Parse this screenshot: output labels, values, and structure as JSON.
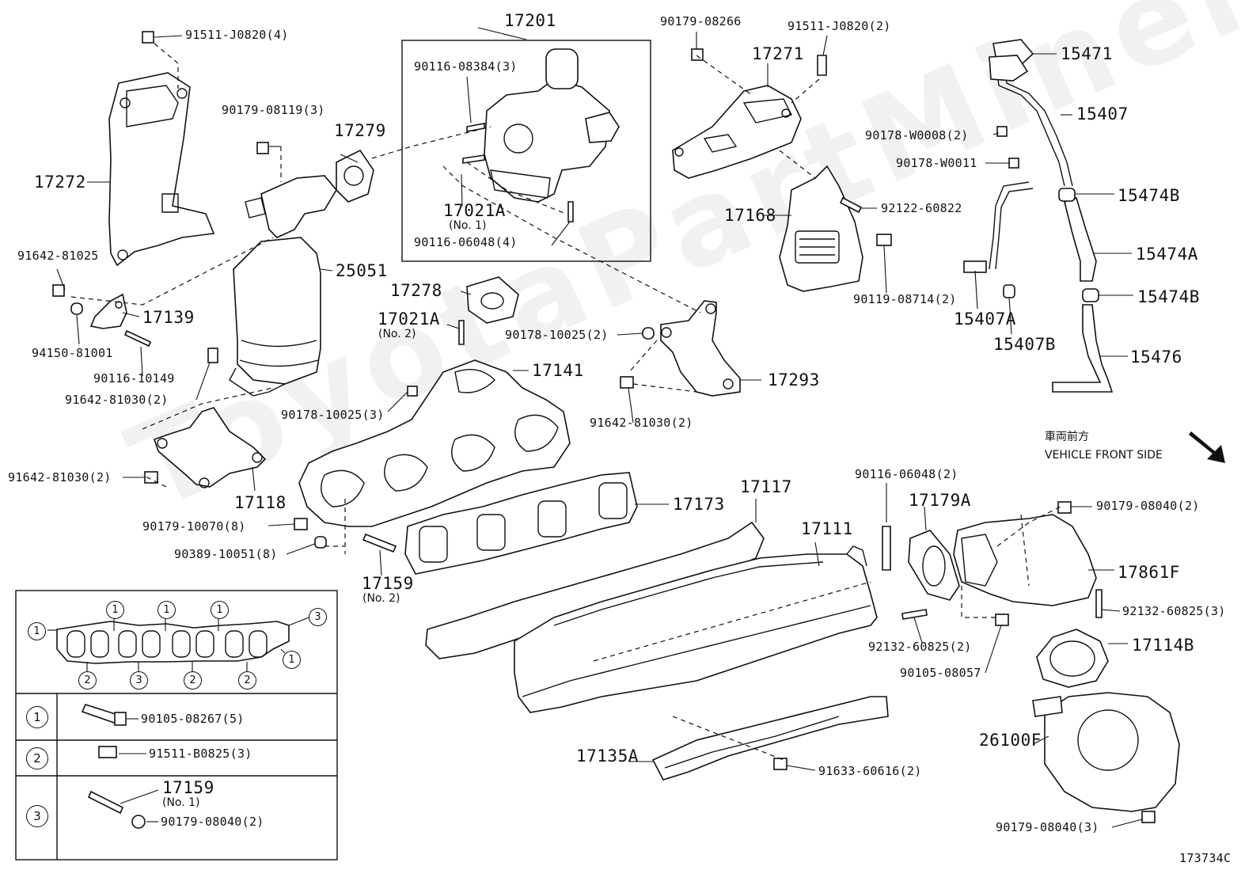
{
  "watermark": "ToyotaPartMiner.ru",
  "diagram_id": "173734C",
  "front_label": {
    "jp": "車両前方",
    "en": "VEHICLE FRONT SIDE"
  },
  "parts": {
    "p17201": "17201",
    "p90116_08384": "90116-08384(3)",
    "p17021A_1": "17021A",
    "p17021A_1_note": "(No. 1)",
    "p90116_06048_4": "90116-06048(4)",
    "p91511_J0820_4": "91511-J0820(4)",
    "p90179_08119": "90179-08119(3)",
    "p17279": "17279",
    "p17272": "17272",
    "p25051": "25051",
    "p91642_81025": "91642-81025",
    "p17139": "17139",
    "p94150_81001": "94150-81001",
    "p90116_10149": "90116-10149",
    "p91642_81030_2a": "91642-81030(2)",
    "p17278": "17278",
    "p17021A_2": "17021A",
    "p17021A_2_note": "(No. 2)",
    "p90178_10025_2": "90178-10025(2)",
    "p17141": "17141",
    "p90178_10025_3": "90178-10025(3)",
    "p91642_81030_2b": "91642-81030(2)",
    "p17118": "17118",
    "p90179_10070": "90179-10070(8)",
    "p90389_10051": "90389-10051(8)",
    "p17159_2": "17159",
    "p17159_2_note": "(No. 2)",
    "p17173": "17173",
    "p17117": "17117",
    "p17111": "17111",
    "p90179_08266": "90179-08266",
    "p91511_J0820_2": "91511-J0820(2)",
    "p17271": "17271",
    "p17168": "17168",
    "p92122_60822": "92122-60822",
    "p90119_08714": "90119-08714(2)",
    "p17293": "17293",
    "p91642_81030_2c": "91642-81030(2)",
    "p15471": "15471",
    "p15407": "15407",
    "p90178_W0008": "90178-W0008(2)",
    "p90178_W0011": "90178-W0011",
    "p15474B_1": "15474B",
    "p15474A": "15474A",
    "p15474B_2": "15474B",
    "p15407A": "15407A",
    "p15407B": "15407B",
    "p15476": "15476",
    "p90116_06048_2": "90116-06048(2)",
    "p17179A": "17179A",
    "p90179_08040_2": "90179-08040(2)",
    "p17861F": "17861F",
    "p92132_60825_3": "92132-60825(3)",
    "p92132_60825_2": "92132-60825(2)",
    "p90105_08057": "90105-08057",
    "p17114B": "17114B",
    "p26100F": "26100F",
    "p90179_08040_3": "90179-08040(3)",
    "p17135A": "17135A",
    "p91633_60616": "91633-60616(2)"
  },
  "legend": {
    "marker1": "1",
    "marker2": "2",
    "marker3": "3",
    "row1_part": "90105-08267(5)",
    "row2_part": "91511-B0825(3)",
    "row3_part_a": "17159",
    "row3_part_a_note": "(No. 1)",
    "row3_part_b": "90179-08040(2)"
  }
}
